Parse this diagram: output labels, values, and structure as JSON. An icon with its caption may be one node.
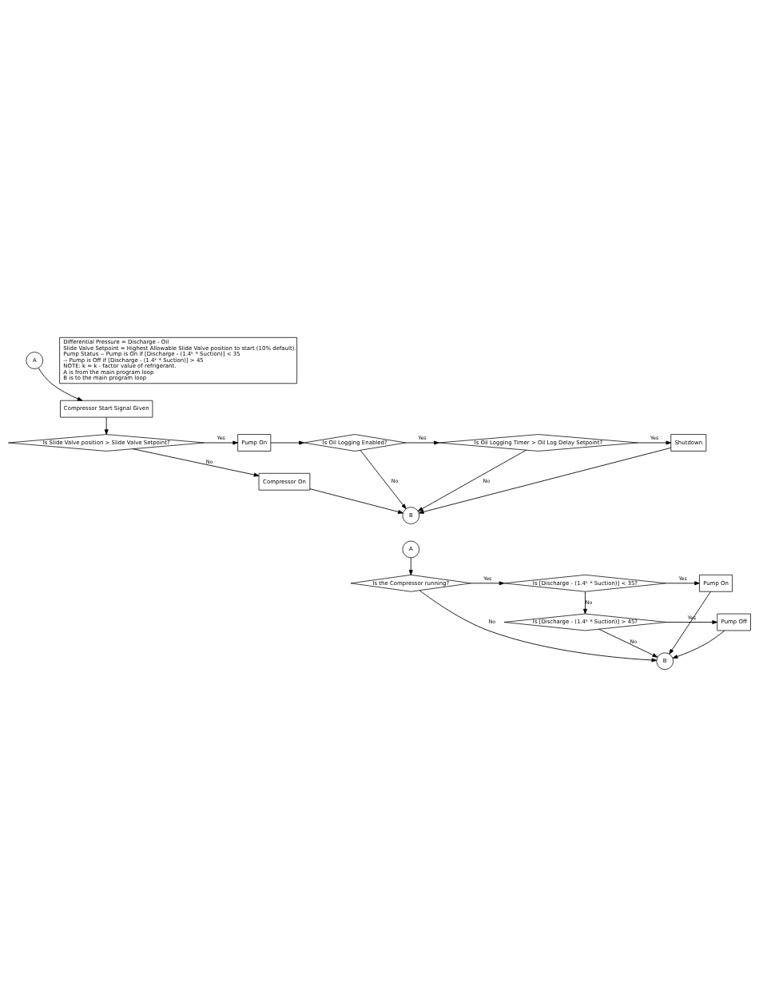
{
  "diagram": {
    "nodes": [
      {
        "text": [
          "A"
        ]
      },
      {
        "text": [
          "Compressor Start Signal Given"
        ]
      },
      {
        "text": [
          "Is Slide Valve position > Slide Valve Setpoint?"
        ]
      },
      {
        "text": [
          "Pump On"
        ]
      },
      {
        "text": [
          "Is Oil Logging Enabled?"
        ]
      },
      {
        "text": [
          "Is Oil Logging Timer > Oil Log Delay Setpoint?"
        ]
      },
      {
        "text": [
          "Shutdown"
        ]
      },
      {
        "text": [
          "Compressor On"
        ]
      },
      {
        "text": [
          "B"
        ]
      },
      {
        "text": [
          "A"
        ]
      },
      {
        "text": [
          "Is the Compressor running?"
        ]
      },
      {
        "text": [
          "Is [Discharge - (1.4ᵏ * Suction)] < 35?"
        ]
      },
      {
        "text": [
          "Pump On"
        ]
      },
      {
        "text": [
          "Is [Discharge - (1.4ᵏ * Suction)] > 45?"
        ]
      },
      {
        "text": [
          "Pump Off"
        ]
      },
      {
        "text": [
          "B"
        ]
      },
      {
        "text": [
          "Differential Pressure = Discharge - Oil",
          "Slide Valve Setpoint = Highest Allowable Slide Valve position to start (10% default).",
          "Pump Status -- Pump is On if [Discharge - (1.4ᵏ * Suction)] < 35",
          "-- Pump is Off if [Discharge - (1.4ᵏ * Suction)] > 45",
          "NOTE: k = k - factor value of refrigerant.",
          "A is from the main program loop",
          "B is to the main program loop"
        ]
      }
    ],
    "edges": [
      {
        "from": 0,
        "to": 1,
        "arrow": "to"
      },
      {
        "from": 1,
        "to": 2,
        "arrow": "to"
      },
      {
        "from": 2,
        "to": 3,
        "arrow": "to",
        "label": "Yes"
      },
      {
        "from": 3,
        "to": 4,
        "arrow": "to"
      },
      {
        "from": 4,
        "to": 5,
        "arrow": "to",
        "label": "Yes"
      },
      {
        "from": 5,
        "to": 6,
        "arrow": "to",
        "label": "Yes"
      },
      {
        "from": 2,
        "to": 7,
        "arrow": "to",
        "label": "No"
      },
      {
        "from": 4,
        "to": 8,
        "arrow": "to",
        "label": "No"
      },
      {
        "from": 5,
        "to": 8,
        "arrow": "to",
        "label": "No"
      },
      {
        "from": 6,
        "to": 8,
        "arrow": "to"
      },
      {
        "from": 7,
        "to": 8,
        "arrow": "to"
      },
      {
        "from": 9,
        "to": 10,
        "arrow": "to"
      },
      {
        "from": 10,
        "to": 11,
        "arrow": "to",
        "label": "Yes"
      },
      {
        "from": 11,
        "to": 12,
        "arrow": "to",
        "label": "Yes"
      },
      {
        "from": 11,
        "to": 13,
        "arrow": "to",
        "label": "No"
      },
      {
        "from": 13,
        "to": 14,
        "arrow": "to",
        "label": "Yes"
      },
      {
        "from": 10,
        "to": 15,
        "arrow": "to",
        "label": "No"
      },
      {
        "from": 13,
        "to": 15,
        "arrow": "to",
        "label": "No"
      },
      {
        "from": 12,
        "to": 15,
        "arrow": "to"
      },
      {
        "from": 14,
        "to": 15,
        "arrow": "to"
      }
    ]
  }
}
